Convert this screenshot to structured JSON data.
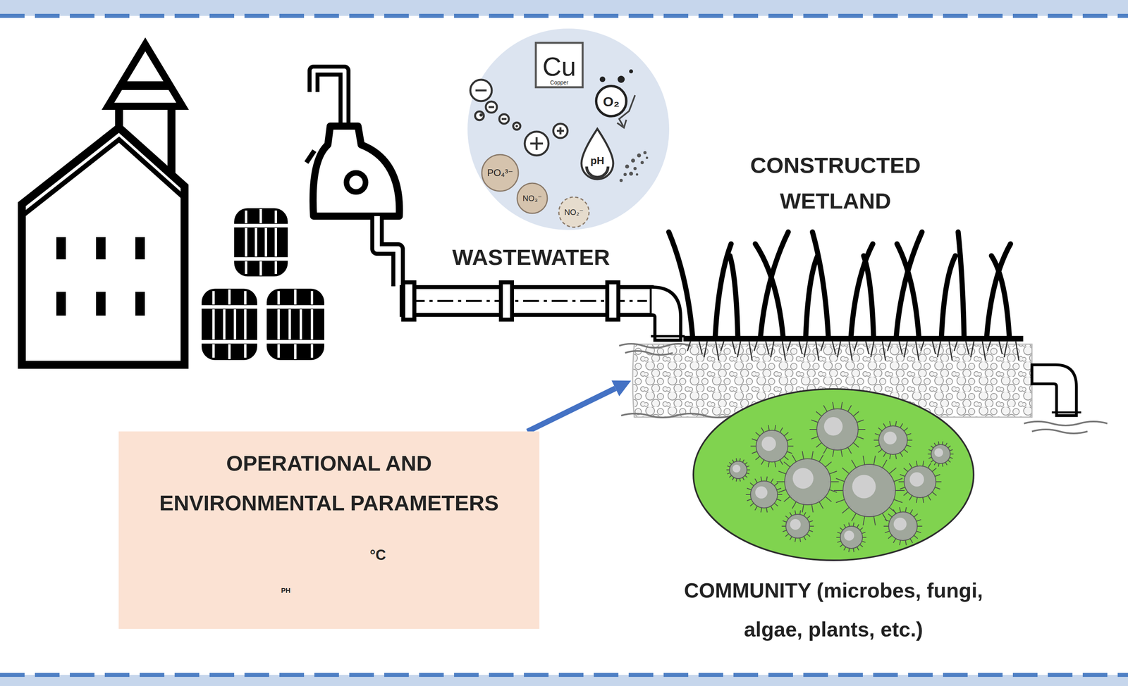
{
  "diagram": {
    "nodes": [
      {
        "text": [
          "CONSTRUCTED WETLAND"
        ]
      },
      {
        "text": [
          "OPERATIONAL AND ENVIRONMENTAL PARAMETERS"
        ]
      },
      {
        "text": [
          "COMMUNITY (microbes, fungi, algae, plants, etc.)"
        ]
      }
    ],
    "edges": [
      {
        "from": 1,
        "to": 0,
        "arrow": "to"
      }
    ],
    "labels": [
      "Cu",
      "Copper",
      "O₂",
      "pH",
      "PO₄³⁻",
      "NO₃⁻",
      "NO₂⁻",
      "WASTEWATER",
      "PH",
      "°C"
    ]
  }
}
